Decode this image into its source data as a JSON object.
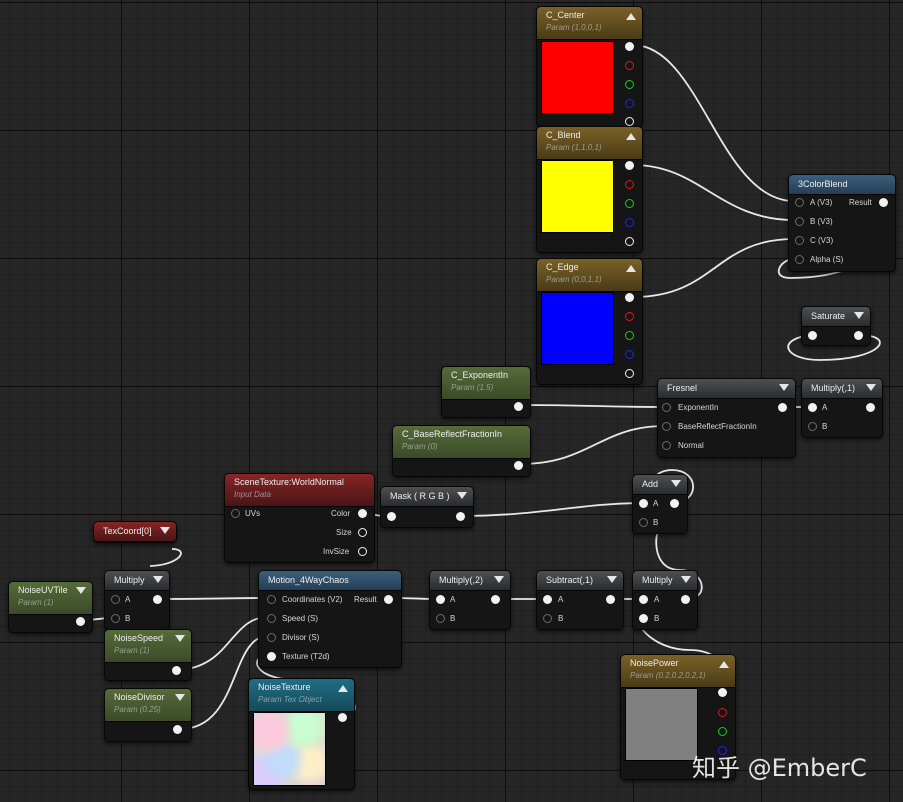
{
  "nodes": {
    "c_center": {
      "title": "C_Center",
      "subtitle": "Param (1,0,0,1)",
      "color": "#ff0000"
    },
    "c_blend": {
      "title": "C_Blend",
      "subtitle": "Param (1,1,0,1)",
      "color": "#ffff00"
    },
    "c_edge": {
      "title": "C_Edge",
      "subtitle": "Param (0,0,1,1)",
      "color": "#0000ff"
    },
    "three_color_blend": {
      "title": "3ColorBlend",
      "pins": {
        "a": "A (V3)",
        "b": "B (V3)",
        "c": "C (V3)",
        "alpha": "Alpha (S)",
        "result": "Result"
      }
    },
    "saturate": {
      "title": "Saturate"
    },
    "multiply_1": {
      "title": "Multiply(,1)",
      "pins": {
        "a": "A",
        "b": "B"
      }
    },
    "fresnel": {
      "title": "Fresnel",
      "pins": {
        "exponent": "ExponentIn",
        "base": "BaseReflectFractionIn",
        "normal": "Normal"
      }
    },
    "c_exponent": {
      "title": "C_ExponentIn",
      "subtitle": "Param (1.5)"
    },
    "c_basereflect": {
      "title": "C_BaseReflectFractionIn",
      "subtitle": "Param (0)"
    },
    "scene_texture": {
      "title": "SceneTexture:WorldNormal",
      "subtitle": "Input Data",
      "pins": {
        "uvs": "UVs",
        "color": "Color",
        "size": "Size",
        "invsize": "InvSize"
      }
    },
    "mask": {
      "title": "Mask ( R G B )"
    },
    "add": {
      "title": "Add",
      "pins": {
        "a": "A",
        "b": "B"
      }
    },
    "texcoord": {
      "title": "TexCoord[0]"
    },
    "noise_uv_tile": {
      "title": "NoiseUVTile",
      "subtitle": "Param (1)"
    },
    "multiply_a": {
      "title": "Multiply",
      "pins": {
        "a": "A",
        "b": "B"
      }
    },
    "motion": {
      "title": "Motion_4WayChaos",
      "pins": {
        "coords": "Coordinates (V2)",
        "result": "Result",
        "speed": "Speed (S)",
        "divisor": "Divisor (S)",
        "texture": "Texture (T2d)"
      }
    },
    "multiply_2": {
      "title": "Multiply(,2)",
      "pins": {
        "a": "A",
        "b": "B"
      }
    },
    "subtract": {
      "title": "Subtract(,1)",
      "pins": {
        "a": "A",
        "b": "B"
      }
    },
    "multiply_b": {
      "title": "Multiply",
      "pins": {
        "a": "A",
        "b": "B"
      }
    },
    "noise_speed": {
      "title": "NoiseSpeed",
      "subtitle": "Param (1)"
    },
    "noise_divisor": {
      "title": "NoiseDivisor",
      "subtitle": "Param (0.25)"
    },
    "noise_texture": {
      "title": "NoiseTexture",
      "subtitle": "Param Tex Object"
    },
    "noise_power": {
      "title": "NoisePower",
      "subtitle": "Param (0.2,0.2,0.2,1)",
      "color": "#808080"
    }
  },
  "watermark": "知乎 @EmberC"
}
